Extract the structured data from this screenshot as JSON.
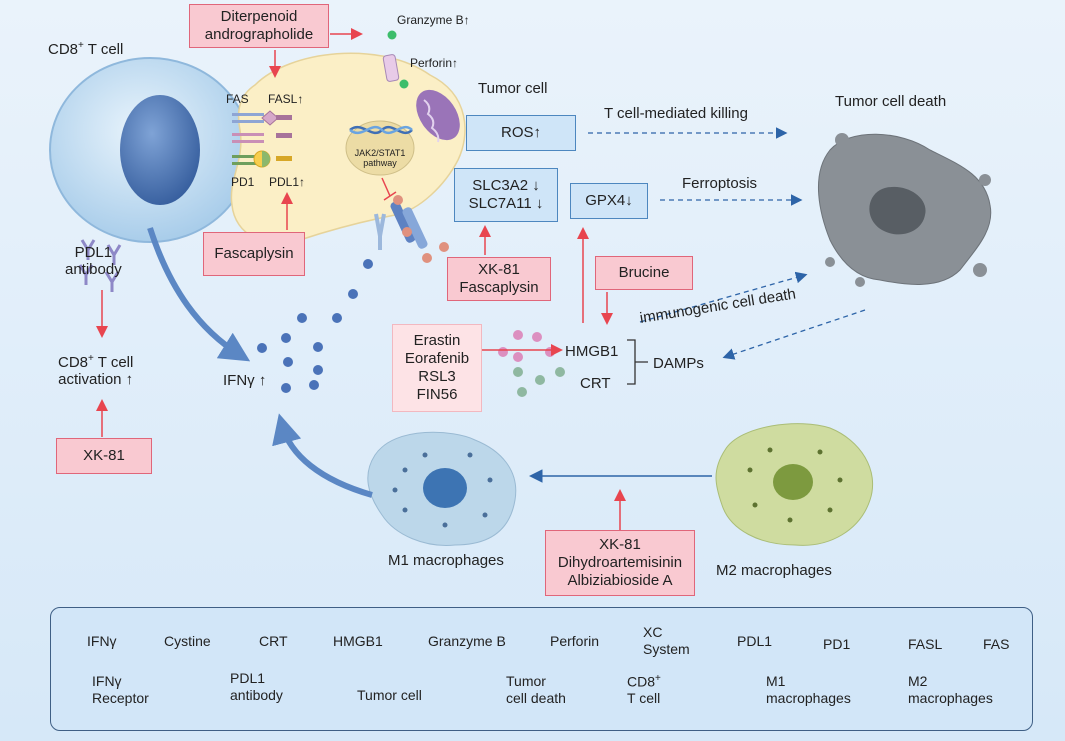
{
  "labels": {
    "cd8_cell": "CD8",
    "cd8_sup": "+",
    "cd8_tail": " T cell",
    "tumor_cell": "Tumor cell",
    "tumor_cell_death": "Tumor cell death",
    "granzyme": "Granzyme B↑",
    "perforin": "Perforin↑",
    "fas": "FAS",
    "fasl": "FASL↑",
    "pd1": "PD1",
    "pdl1": "PDL1↑",
    "jak_line1": "JAK2/STAT1",
    "jak_line2": "pathway",
    "t_cell_killing": "T cell-mediated killing",
    "ferroptosis": "Ferroptosis",
    "immunogenic": "immunogenic cell death",
    "pdl1_antibody_line1": "PDL1",
    "pdl1_antibody_line2": "antibody",
    "activation_line1_pre": "CD8",
    "activation_sup": "+",
    "activation_line1_post": " T cell",
    "activation_line2": "activation ↑",
    "ifng": "IFNγ ↑",
    "hmgb1": "HMGB1",
    "crt": "CRT",
    "damps": "DAMPs",
    "m1": "M1 macrophages",
    "m2": "M2 macrophages"
  },
  "boxes": {
    "diterpenoid": [
      "Diterpenoid",
      "andrographolide"
    ],
    "ros": "ROS↑",
    "slc": [
      "SLC3A2 ↓",
      "SLC7A11 ↓"
    ],
    "gpx4": "GPX4↓",
    "fascaplysin": "Fascaplysin",
    "xk81_fascaplysin": [
      "XK-81",
      "Fascaplysin"
    ],
    "brucine": "Brucine",
    "ferroptosis_inducers": [
      "Erastin",
      "Eorafenib",
      "RSL3",
      "FIN56"
    ],
    "xk81_left": "XK-81",
    "macrophage_drugs": [
      "XK-81",
      "Dihydroartemisinin",
      "Albiziabioside A"
    ]
  },
  "legend": {
    "ifng": "IFNγ",
    "cystine": "Cystine",
    "crt": "CRT",
    "hmgb1": "HMGB1",
    "granzyme": "Granzyme B",
    "perforin": "Perforin",
    "xc": [
      "XC",
      "System"
    ],
    "pdl1": "PDL1",
    "pd1": "PD1",
    "fasl": "FASL",
    "fas": "FAS",
    "ifng_receptor": [
      "IFNγ",
      "Receptor"
    ],
    "pdl1_antibody": [
      "PDL1",
      "antibody"
    ],
    "tumor_cell": "Tumor cell",
    "tumor_cell_death": [
      "Tumor",
      "cell death"
    ],
    "cd8": [
      "CD8",
      "+",
      "T cell"
    ],
    "m1": [
      "M1",
      "macrophages"
    ],
    "m2": [
      "M2",
      "macrophages"
    ]
  },
  "colors": {
    "ifng_dot": "#4a72b8",
    "cystine_dot": "#e0917e",
    "crt_dot": "#dc8fc0",
    "hmgb1_dot": "#8fb8a1",
    "granzyme_dot": "#3dbd6b",
    "red_arrow": "#e8454f",
    "blue_arrow": "#2d64a8"
  }
}
